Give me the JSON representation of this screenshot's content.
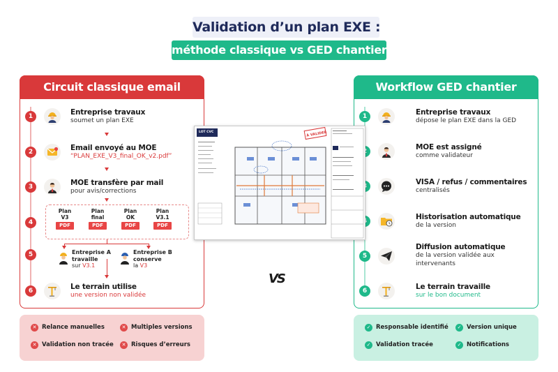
{
  "header": {
    "title_line1": "Validation d’un plan EXE :",
    "title_line2": "méthode classique vs GED chantier"
  },
  "classic": {
    "title": "Circuit classique email",
    "steps": [
      {
        "num": "1",
        "icon": "worker-icon",
        "title": "Entreprise travaux",
        "desc": "soumet un plan EXE"
      },
      {
        "num": "2",
        "icon": "email-icon",
        "title": "Email envoyé au MOE",
        "desc": "“PLAN_EXE_V3_final_OK_v2.pdf”"
      },
      {
        "num": "3",
        "icon": "manager-icon",
        "title": "MOE transfère par mail",
        "desc": "pour avis/corrections"
      },
      {
        "num": "4"
      },
      {
        "num": "5"
      },
      {
        "num": "6",
        "icon": "crane-icon",
        "title": "Le terrain utilise",
        "desc": "une version non validée"
      }
    ],
    "pdfs": [
      {
        "line1": "Plan",
        "line2": "V3",
        "badge": "PDF"
      },
      {
        "line1": "Plan",
        "line2": "final",
        "badge": "PDF"
      },
      {
        "line1": "Plan",
        "line2": "OK",
        "badge": "PDF"
      },
      {
        "line1": "Plan",
        "line2": "V3.1",
        "badge": "PDF"
      }
    ],
    "companyA": {
      "line1": "Entreprise A",
      "line2": "travaille",
      "line3_prefix": "sur ",
      "version": "V3.1"
    },
    "companyB": {
      "line1": "Entreprise B",
      "line2": "conserve",
      "line3_prefix": "la ",
      "version": "V3"
    },
    "issues": [
      "Relance manuelles",
      "Multiples versions",
      "Validation non tracée",
      "Risques d’erreurs"
    ]
  },
  "ged": {
    "title": "Workflow GED chantier",
    "steps": [
      {
        "num": "1",
        "icon": "worker-icon",
        "title": "Entreprise travaux",
        "desc": "dépose le plan EXE dans la GED"
      },
      {
        "num": "2",
        "icon": "manager-icon",
        "title": "MOE est assigné",
        "desc": "comme validateur"
      },
      {
        "num": "3",
        "icon": "chat-icon",
        "title": "VISA / refus / commentaires",
        "desc": "centralisés"
      },
      {
        "num": "4",
        "icon": "folder-clock-icon",
        "title": "Historisation automatique",
        "desc": "de la version"
      },
      {
        "num": "5",
        "icon": "paper-plane-icon",
        "title": "Diffusion automatique",
        "desc": "de la version validée aux",
        "desc2": "intervenants"
      },
      {
        "num": "6",
        "icon": "crane-icon",
        "title": "Le terrain travaille",
        "desc": "sur le bon document"
      }
    ],
    "benefits": [
      "Responsable identifié",
      "Version unique",
      "Validation tracée",
      "Notifications"
    ]
  },
  "plan": {
    "stamp": "À VALIDER",
    "logo": "LOT CVC"
  },
  "vs": "VS",
  "colors": {
    "red": "#d9393a",
    "green": "#1fb98a",
    "navy": "#1f2a5a"
  }
}
